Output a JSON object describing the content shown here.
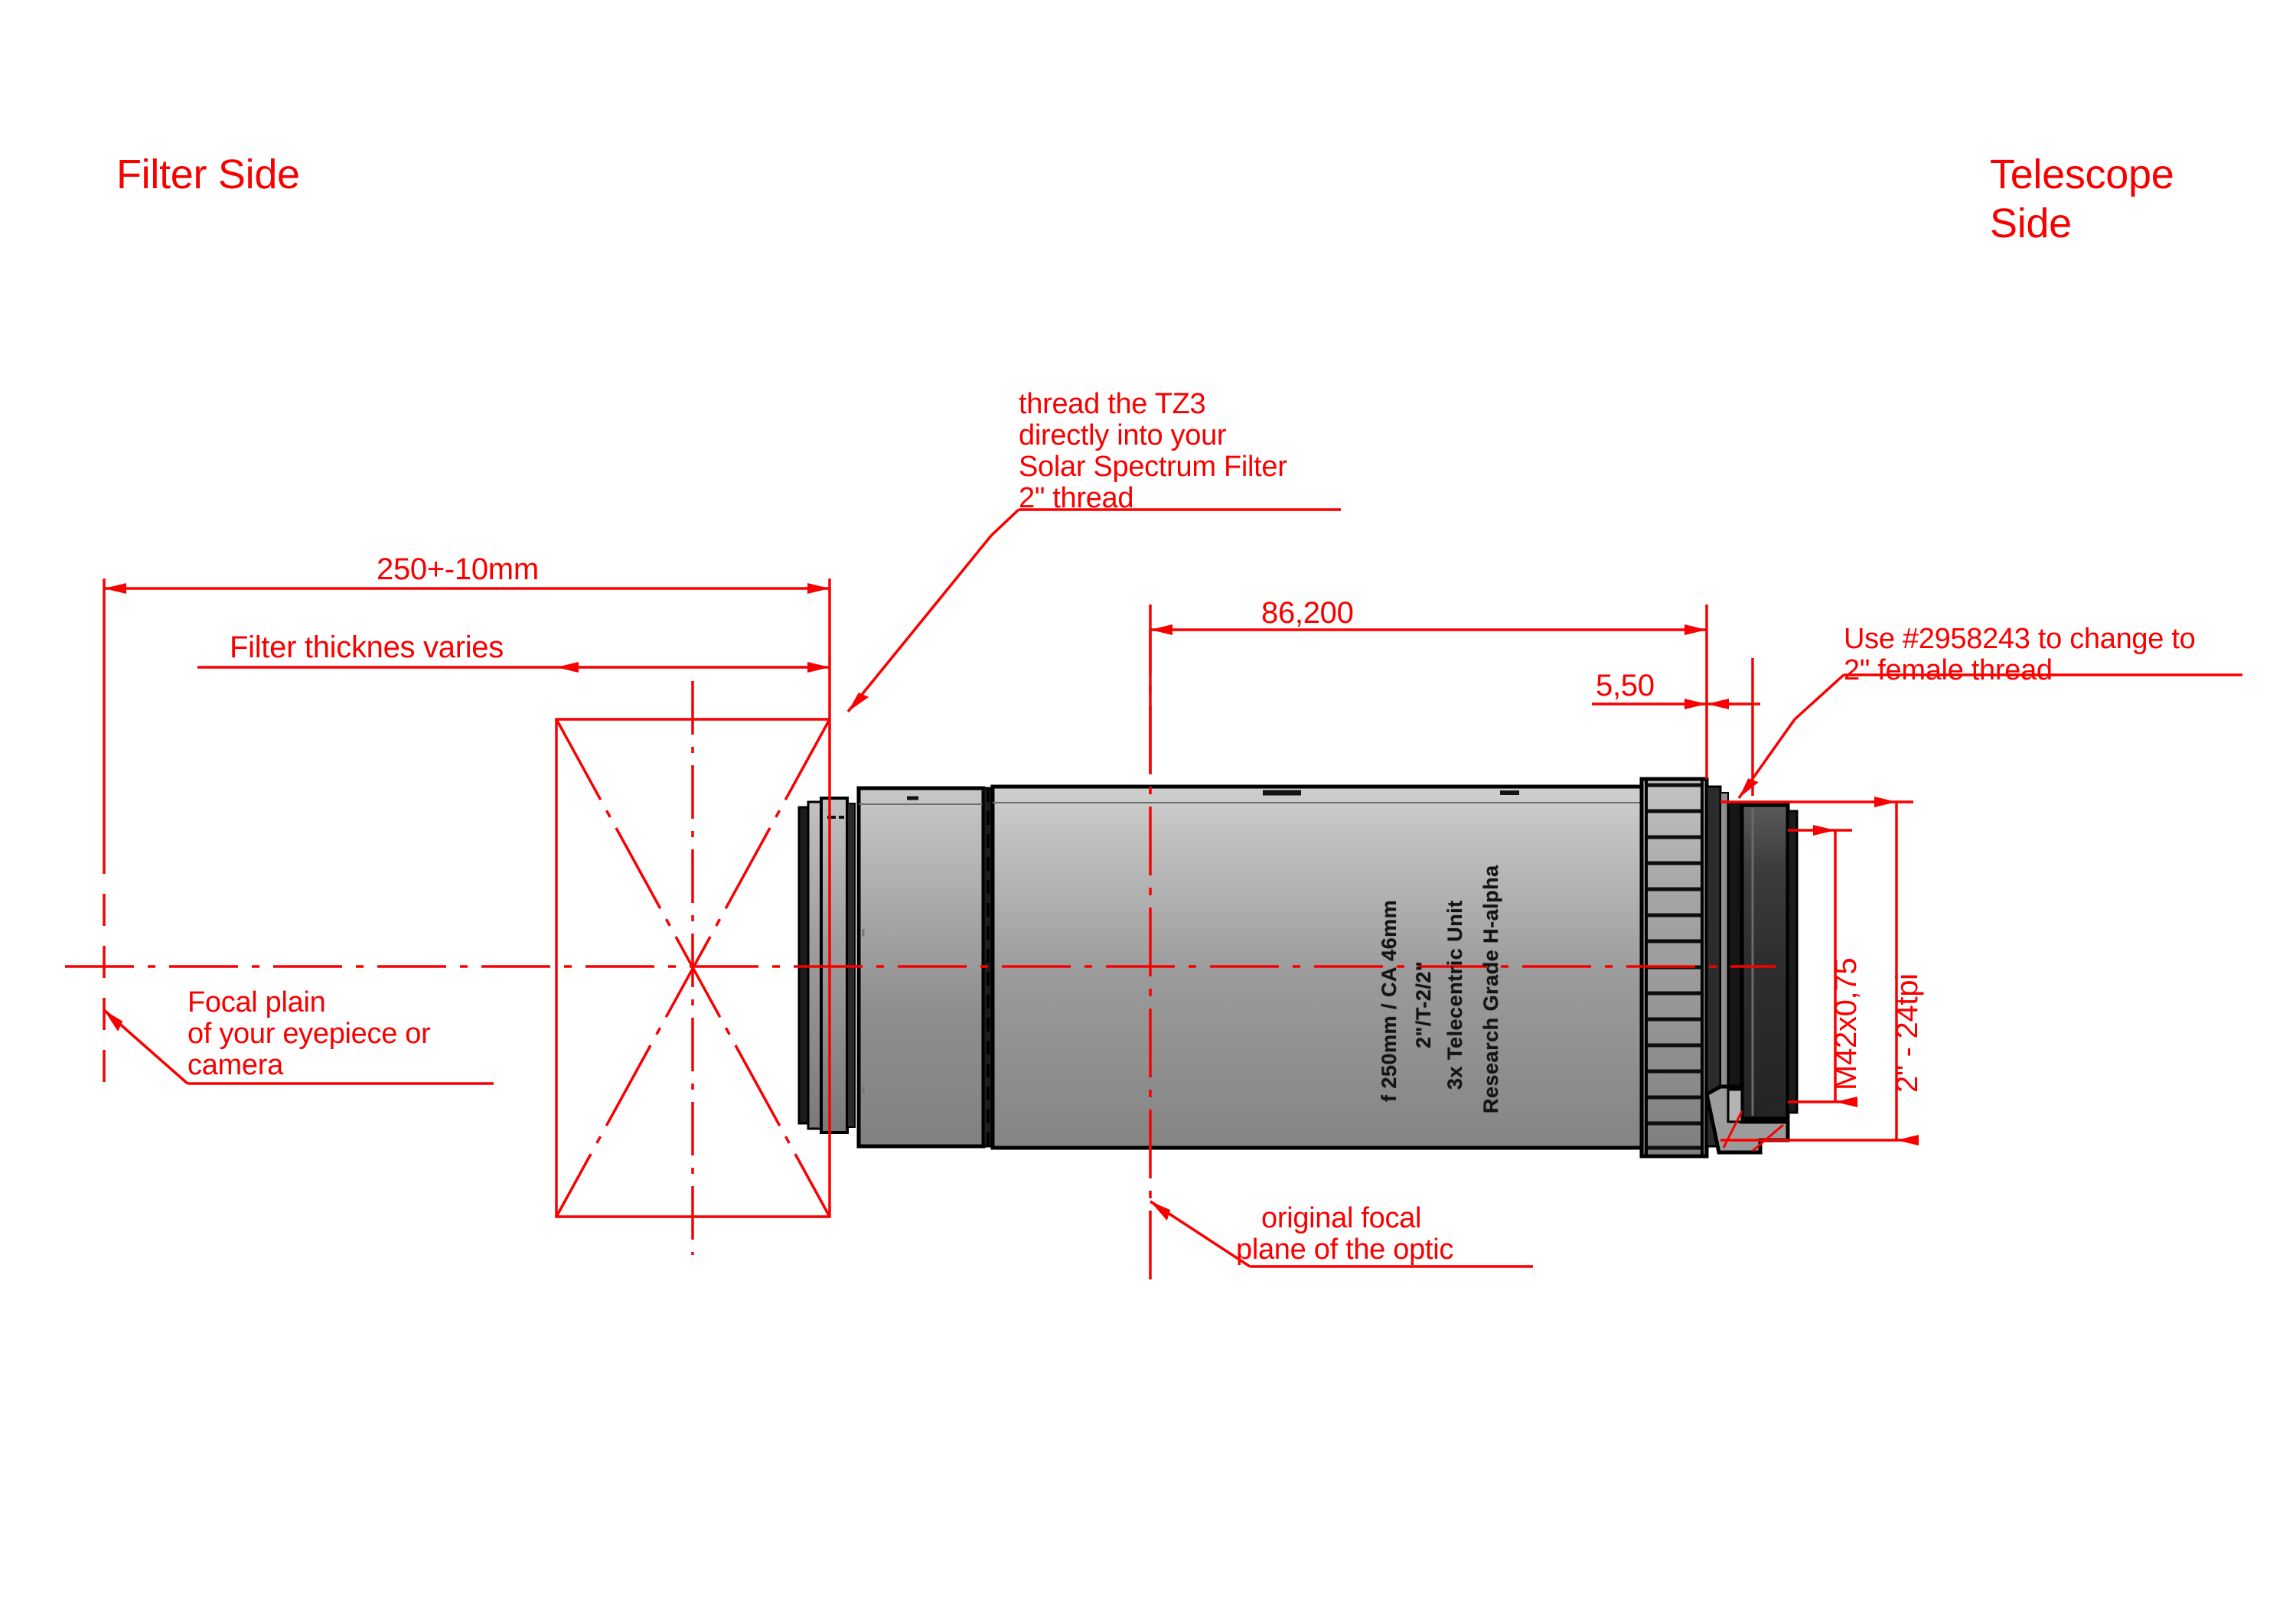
{
  "titles": {
    "filter_side": "Filter Side",
    "telescope_side_line1": "Telescope",
    "telescope_side_line2": "Side"
  },
  "colors": {
    "annotation": "#f90000",
    "engraving": "#141414",
    "body_light": "#b9b9b9",
    "body_mid": "#8d8d8d",
    "body_dark": "#3a3a3a",
    "outline": "#000000",
    "background": "#ffffff"
  },
  "notes": {
    "thread_tz3": {
      "line1": "thread the TZ3",
      "line2": "directly into your",
      "line3": "Solar Spectrum Filter",
      "line4": "2\" thread"
    },
    "focal_plain": {
      "line1": "Focal plain",
      "line2": "of your eyepiece or",
      "line3": "camera"
    },
    "original_focal_plane": {
      "line1": "original focal",
      "line2": "plane of the optic"
    },
    "adapter": {
      "line1": "Use #2958243 to change to",
      "line2": "2\" female thread"
    }
  },
  "dimensions": {
    "overall_back_focus": "250+-10mm",
    "filter_thickness": "Filter thicknes varies",
    "unit_length": "86,200",
    "thread_length": "5,50",
    "metric_thread": "M42x0,75",
    "imperial_thread": "2\" - 24tpi"
  },
  "engraving": {
    "line1": "Research Grade H-alpha",
    "line2": "3x Telecentric Unit",
    "line3": "2\"/T-2/2\"",
    "line4": "f 250mm / CA 46mm"
  }
}
